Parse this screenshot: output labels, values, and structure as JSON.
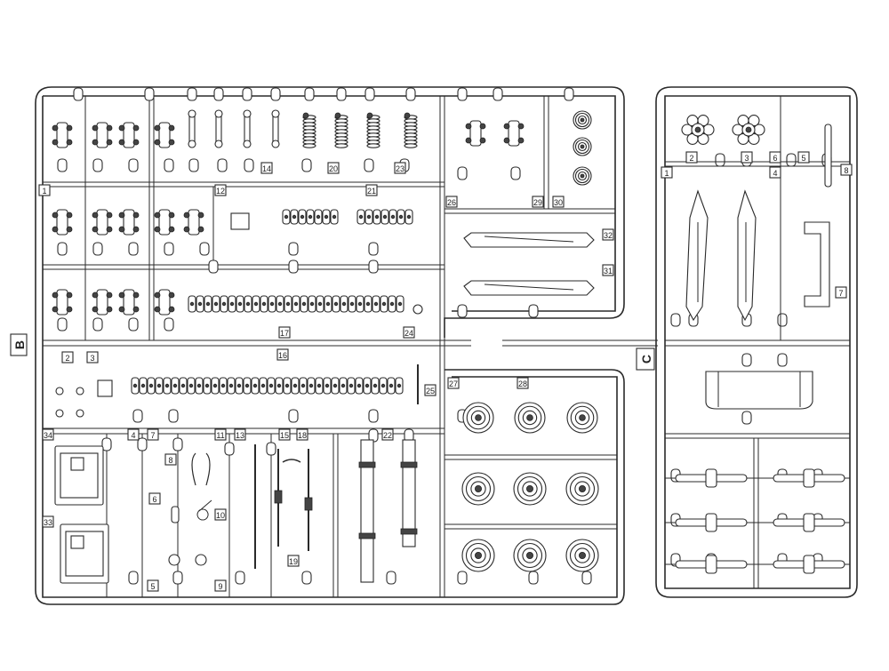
{
  "sheet": {
    "sprue_b": {
      "letter": "B",
      "labels": [
        "1",
        "2",
        "3",
        "4",
        "5",
        "6",
        "7",
        "8",
        "9",
        "10",
        "11",
        "12",
        "13",
        "14",
        "15",
        "16",
        "17",
        "18",
        "19",
        "20",
        "21",
        "22",
        "23",
        "24",
        "25",
        "26",
        "27",
        "28",
        "29",
        "30",
        "31",
        "32",
        "33",
        "34"
      ]
    },
    "sprue_c": {
      "letter": "C",
      "labels": [
        "1",
        "2",
        "3",
        "4",
        "5",
        "6",
        "7",
        "8"
      ]
    }
  }
}
